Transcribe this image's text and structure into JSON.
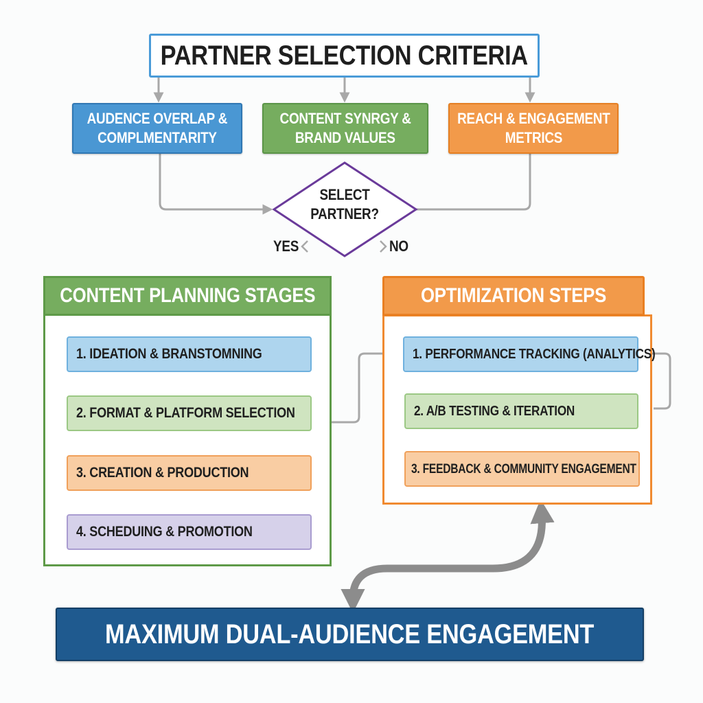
{
  "title": "PARTNER SELECTION CRITERIA",
  "criteria": [
    {
      "line1": "AUDENCE OVERLAP &",
      "line2": "COMPLMENTARITY",
      "color": "#4a97d3"
    },
    {
      "line1": "CONTENT SYNRGY &",
      "line2": "BRAND VALUES",
      "color": "#76ad5f"
    },
    {
      "line1": "REACH & ENGAGEMENT",
      "line2": "METRICS",
      "color": "#f29a4a"
    }
  ],
  "decision": {
    "line1": "SELECT",
    "line2": "PARTNER?",
    "yes": "YES",
    "no": "NO",
    "color": "#6a3a9a"
  },
  "content_planning": {
    "title": "CONTENT PLANNING STAGES",
    "color": "#76ad5f",
    "steps": [
      {
        "label": "1. IDEATION & BRANSTOMNING",
        "color": "#aed5ee"
      },
      {
        "label": "2. FORMAT & PLATFORM SELECTION",
        "color": "#cfe4c0"
      },
      {
        "label": "3. CREATION & PRODUCTION",
        "color": "#f9cda3"
      },
      {
        "label": "4. SCHEDUING & PROMOTION",
        "color": "#d6d1ea"
      }
    ]
  },
  "optimization": {
    "title": "OPTIMIZATION STEPS",
    "color": "#f29a4a",
    "steps": [
      {
        "label": "1. PERFORMANCE TRACKING (ANALYTICS)",
        "color": "#aed5ee"
      },
      {
        "label": "2. A/B TESTING & ITERATION",
        "color": "#cfe4c0"
      },
      {
        "label": "3. FEEDBACK & COMMUNITY ENGAGEMENT",
        "color": "#f9cda3"
      }
    ]
  },
  "outcome": {
    "label": "MAXIMUM DUAL-AUDIENCE ENGAGEMENT",
    "color": "#1f5a8f"
  },
  "connector_color": "#a8a8a8"
}
